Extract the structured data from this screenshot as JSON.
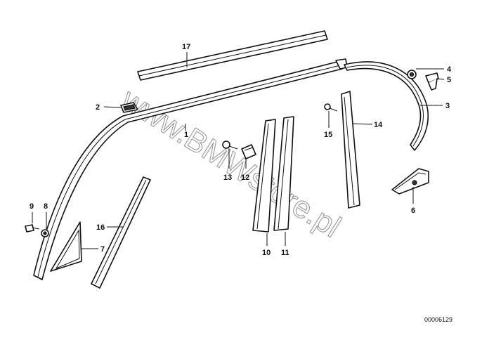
{
  "callouts": {
    "c1": "1",
    "c2": "2",
    "c3": "3",
    "c4": "4",
    "c5": "5",
    "c6": "6",
    "c7": "7",
    "c8": "8",
    "c9": "9",
    "c10": "10",
    "c11": "11",
    "c12": "12",
    "c13": "13",
    "c14": "14",
    "c15": "15",
    "c16": "16",
    "c17": "17"
  },
  "watermark": "www.BMWstore.pl",
  "diagram_number": "00006129"
}
